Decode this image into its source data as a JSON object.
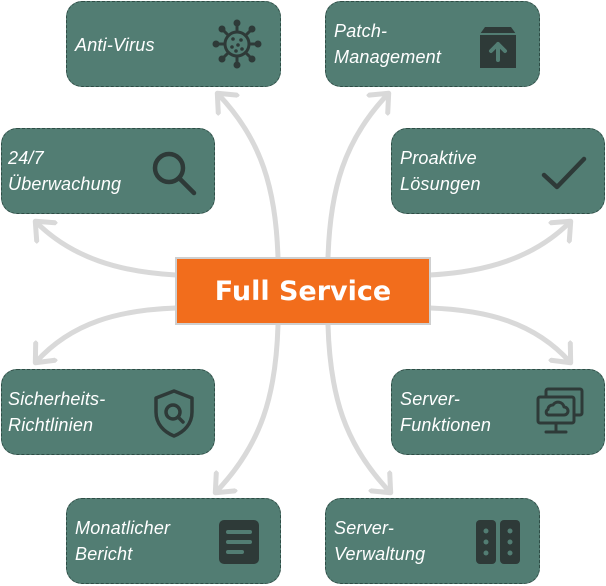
{
  "center": {
    "label": "Full Service"
  },
  "tiles": {
    "antivirus": {
      "lines": [
        "Anti-Virus"
      ],
      "icon": "virus-icon"
    },
    "patch": {
      "lines": [
        "Patch-",
        "Management"
      ],
      "icon": "upload-box-icon"
    },
    "monitoring": {
      "lines": [
        "24/7",
        "Überwachung"
      ],
      "icon": "magnifier-icon"
    },
    "proactive": {
      "lines": [
        "Proaktive",
        "Lösungen"
      ],
      "icon": "checkmark-icon"
    },
    "security": {
      "lines": [
        "Sicherheits-",
        "Richtlinien"
      ],
      "icon": "shield-search-icon"
    },
    "serverfn": {
      "lines": [
        "Server-",
        "Funktionen"
      ],
      "icon": "cloud-monitor-icon"
    },
    "report": {
      "lines": [
        "Monatlicher",
        "Bericht"
      ],
      "icon": "document-icon"
    },
    "serveradm": {
      "lines": [
        "Server-",
        "Verwaltung"
      ],
      "icon": "server-rack-icon"
    }
  },
  "colors": {
    "tile": "#527D73",
    "icon": "#2E3A38",
    "center": "#F26D1C",
    "arrow": "#D9D9D9",
    "text": "#FFFFFF"
  }
}
